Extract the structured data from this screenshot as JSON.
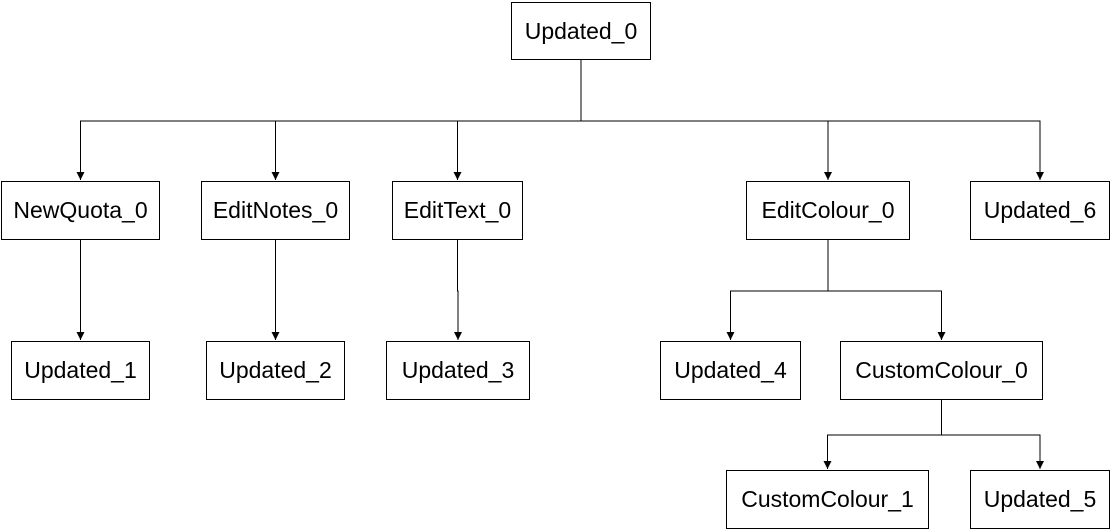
{
  "diagram": {
    "nodes": {
      "updated_0": "Updated_0",
      "newquota_0": "NewQuota_0",
      "editnotes_0": "EditNotes_0",
      "edittext_0": "EditText_0",
      "editcolour_0": "EditColour_0",
      "updated_6": "Updated_6",
      "updated_1": "Updated_1",
      "updated_2": "Updated_2",
      "updated_3": "Updated_3",
      "updated_4": "Updated_4",
      "customcolour_0": "CustomColour_0",
      "customcolour_1": "CustomColour_1",
      "updated_5": "Updated_5"
    },
    "edges": [
      {
        "from": "updated_0",
        "to": "newquota_0"
      },
      {
        "from": "updated_0",
        "to": "editnotes_0"
      },
      {
        "from": "updated_0",
        "to": "edittext_0"
      },
      {
        "from": "updated_0",
        "to": "editcolour_0"
      },
      {
        "from": "updated_0",
        "to": "updated_6"
      },
      {
        "from": "newquota_0",
        "to": "updated_1"
      },
      {
        "from": "editnotes_0",
        "to": "updated_2"
      },
      {
        "from": "edittext_0",
        "to": "updated_3"
      },
      {
        "from": "editcolour_0",
        "to": "updated_4"
      },
      {
        "from": "editcolour_0",
        "to": "customcolour_0"
      },
      {
        "from": "customcolour_0",
        "to": "customcolour_1"
      },
      {
        "from": "customcolour_0",
        "to": "updated_5"
      }
    ],
    "colors": {
      "stroke": "#000000",
      "fill": "#ffffff",
      "text": "#000000"
    }
  }
}
